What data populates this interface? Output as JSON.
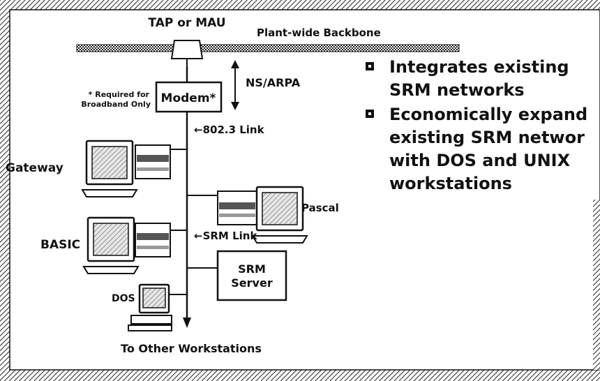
{
  "labels": {
    "tap": "TAP or MAU",
    "backbone": "Plant-wide Backbone",
    "ns_arpa": "NS/ARPA",
    "modem": "Modem*",
    "required_line1": "* Required for",
    "required_line2": "Broadband Only",
    "link_8023": "←802.3 Link",
    "gateway": "Gateway",
    "pascal": "Pascal",
    "basic": "BASIC",
    "srm_link": "←SRM Link",
    "srm_server_line1": "SRM",
    "srm_server_line2": "Server",
    "dos": "DOS",
    "other_workstations": "To Other Workstations"
  },
  "bullets": [
    {
      "text": "Integrates existing\nSRM networks",
      "icon": "square-bullet-icon"
    },
    {
      "text": "Economically expand\nexisting SRM networ\nwith DOS and UNIX\nworkstations",
      "icon": "square-bullet-icon"
    }
  ],
  "colors": {
    "ink": "#111111",
    "background": "#ffffff",
    "screen_hatch": "#9a9a9a"
  }
}
